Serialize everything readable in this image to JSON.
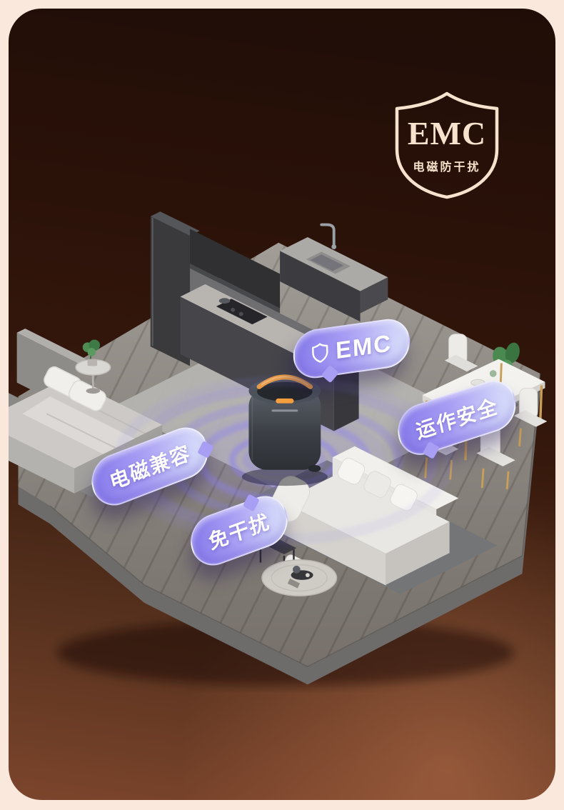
{
  "page": {
    "background_color": "#fbe8dc"
  },
  "card": {
    "background_top": "#1f0d07",
    "background_bottom": "#7c452c"
  },
  "badge": {
    "title": "EMC",
    "subtitle": "电磁防干扰",
    "color": "#f7e3cd"
  },
  "bubbles": [
    {
      "label": "EMC"
    },
    {
      "label": "运作安全"
    },
    {
      "label": "电磁兼容"
    },
    {
      "label": "免干扰"
    }
  ],
  "colors": {
    "bubble_purple": "#8478ea",
    "bubble_light": "#dfe7fb",
    "wave_purple": "#8c7ff2",
    "device_accent_orange": "#f59f3e"
  }
}
